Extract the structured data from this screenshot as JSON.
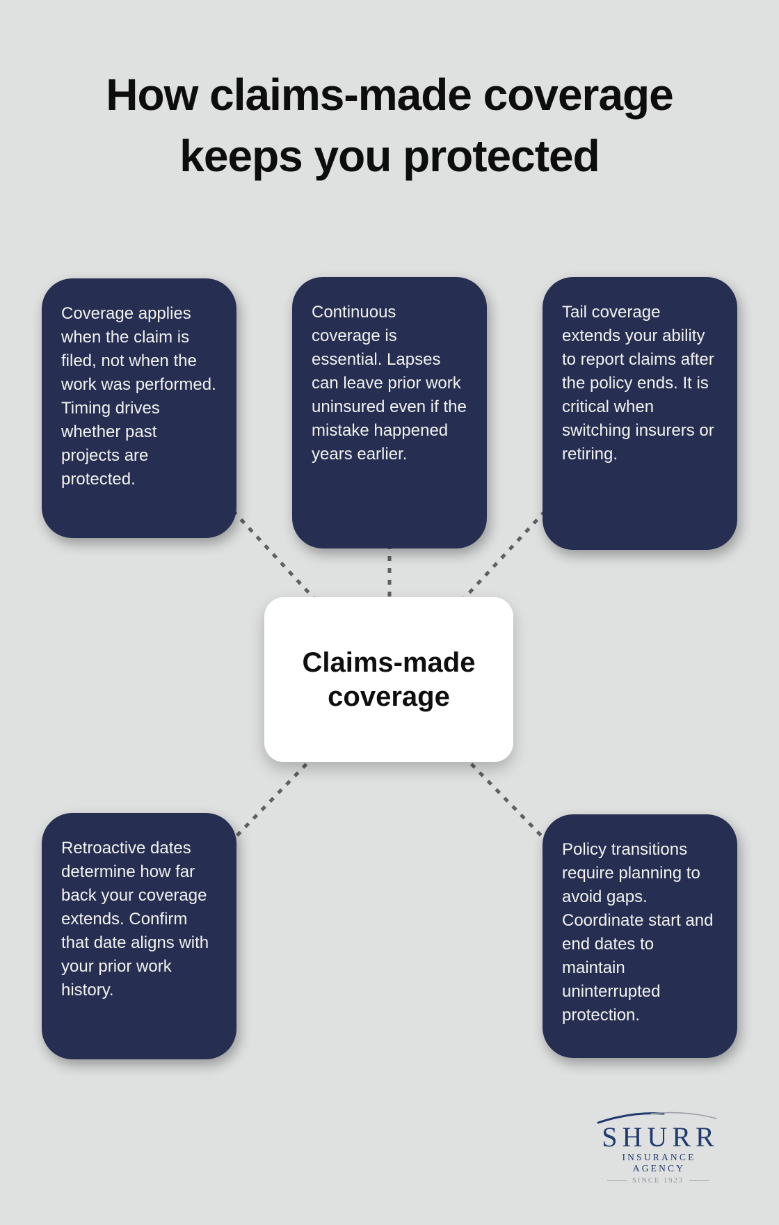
{
  "title": {
    "line1": "How claims-made coverage",
    "line2": "keeps you protected"
  },
  "hub": {
    "label": "Claims-made coverage"
  },
  "nodes": [
    {
      "id": "claim-timing",
      "text": "Coverage applies when the claim is filed, not when the work was performed. Timing drives whether past projects are protected."
    },
    {
      "id": "continuous-coverage",
      "text": "Continuous coverage is essential. Lapses can leave prior work uninsured even if the mistake happened years earlier."
    },
    {
      "id": "tail-coverage",
      "text": "Tail coverage extends your ability to report claims after the policy ends. It is critical when switching insurers or retiring."
    },
    {
      "id": "retroactive-dates",
      "text": "Retroactive dates determine how far back your coverage extends. Confirm that date aligns with your prior work history."
    },
    {
      "id": "policy-transitions",
      "text": "Policy transitions require planning to avoid gaps. Coordinate start and end dates to maintain uninterrupted protection."
    }
  ],
  "logo": {
    "name": "SHURR",
    "tagline": "INSURANCE AGENCY",
    "since": "SINCE 1923"
  },
  "colors": {
    "background": "#dfe0e0",
    "node_navy": "#262e52",
    "node_text": "#f3f2f0",
    "heading_text": "#0d0d0d",
    "hub_background": "#ffffff",
    "connector_gray": "#5f5f5f",
    "logo_navy": "#1f3a6e",
    "logo_gray": "#8e949c"
  }
}
